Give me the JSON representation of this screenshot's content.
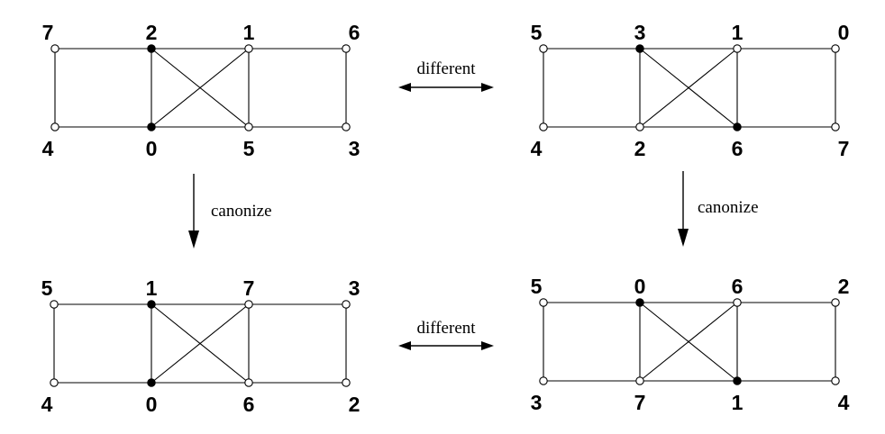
{
  "colors": {
    "line": "#000000",
    "filled_vertex": "#000000",
    "open_vertex": "#ffffff",
    "background": "#ffffff"
  },
  "graphs": [
    {
      "id": "top-left",
      "labels": {
        "tl": "7",
        "tm": "2",
        "tr": "1",
        "trr": "6",
        "bl": "4",
        "bm": "0",
        "br": "5",
        "brr": "3"
      },
      "filled": [
        "tm",
        "bm"
      ],
      "diagonal": "cross"
    },
    {
      "id": "top-right",
      "labels": {
        "tl": "5",
        "tm": "3",
        "tr": "1",
        "trr": "0",
        "bl": "4",
        "bm": "2",
        "br": "6",
        "brr": "7"
      },
      "filled": [
        "tm",
        "br"
      ],
      "diagonal": "cross"
    },
    {
      "id": "bottom-left",
      "labels": {
        "tl": "5",
        "tm": "1",
        "tr": "7",
        "trr": "3",
        "bl": "4",
        "bm": "0",
        "br": "6",
        "brr": "2"
      },
      "filled": [
        "tm",
        "bm"
      ],
      "diagonal": "cross"
    },
    {
      "id": "bottom-right",
      "labels": {
        "tl": "5",
        "tm": "0",
        "tr": "6",
        "trr": "2",
        "bl": "3",
        "bm": "7",
        "br": "1",
        "brr": "4"
      },
      "filled": [
        "tm",
        "br"
      ],
      "diagonal": "cross"
    }
  ],
  "annotations": {
    "different_top": "different",
    "different_bottom": "different",
    "canonize_left": "canonize",
    "canonize_right": "canonize"
  }
}
